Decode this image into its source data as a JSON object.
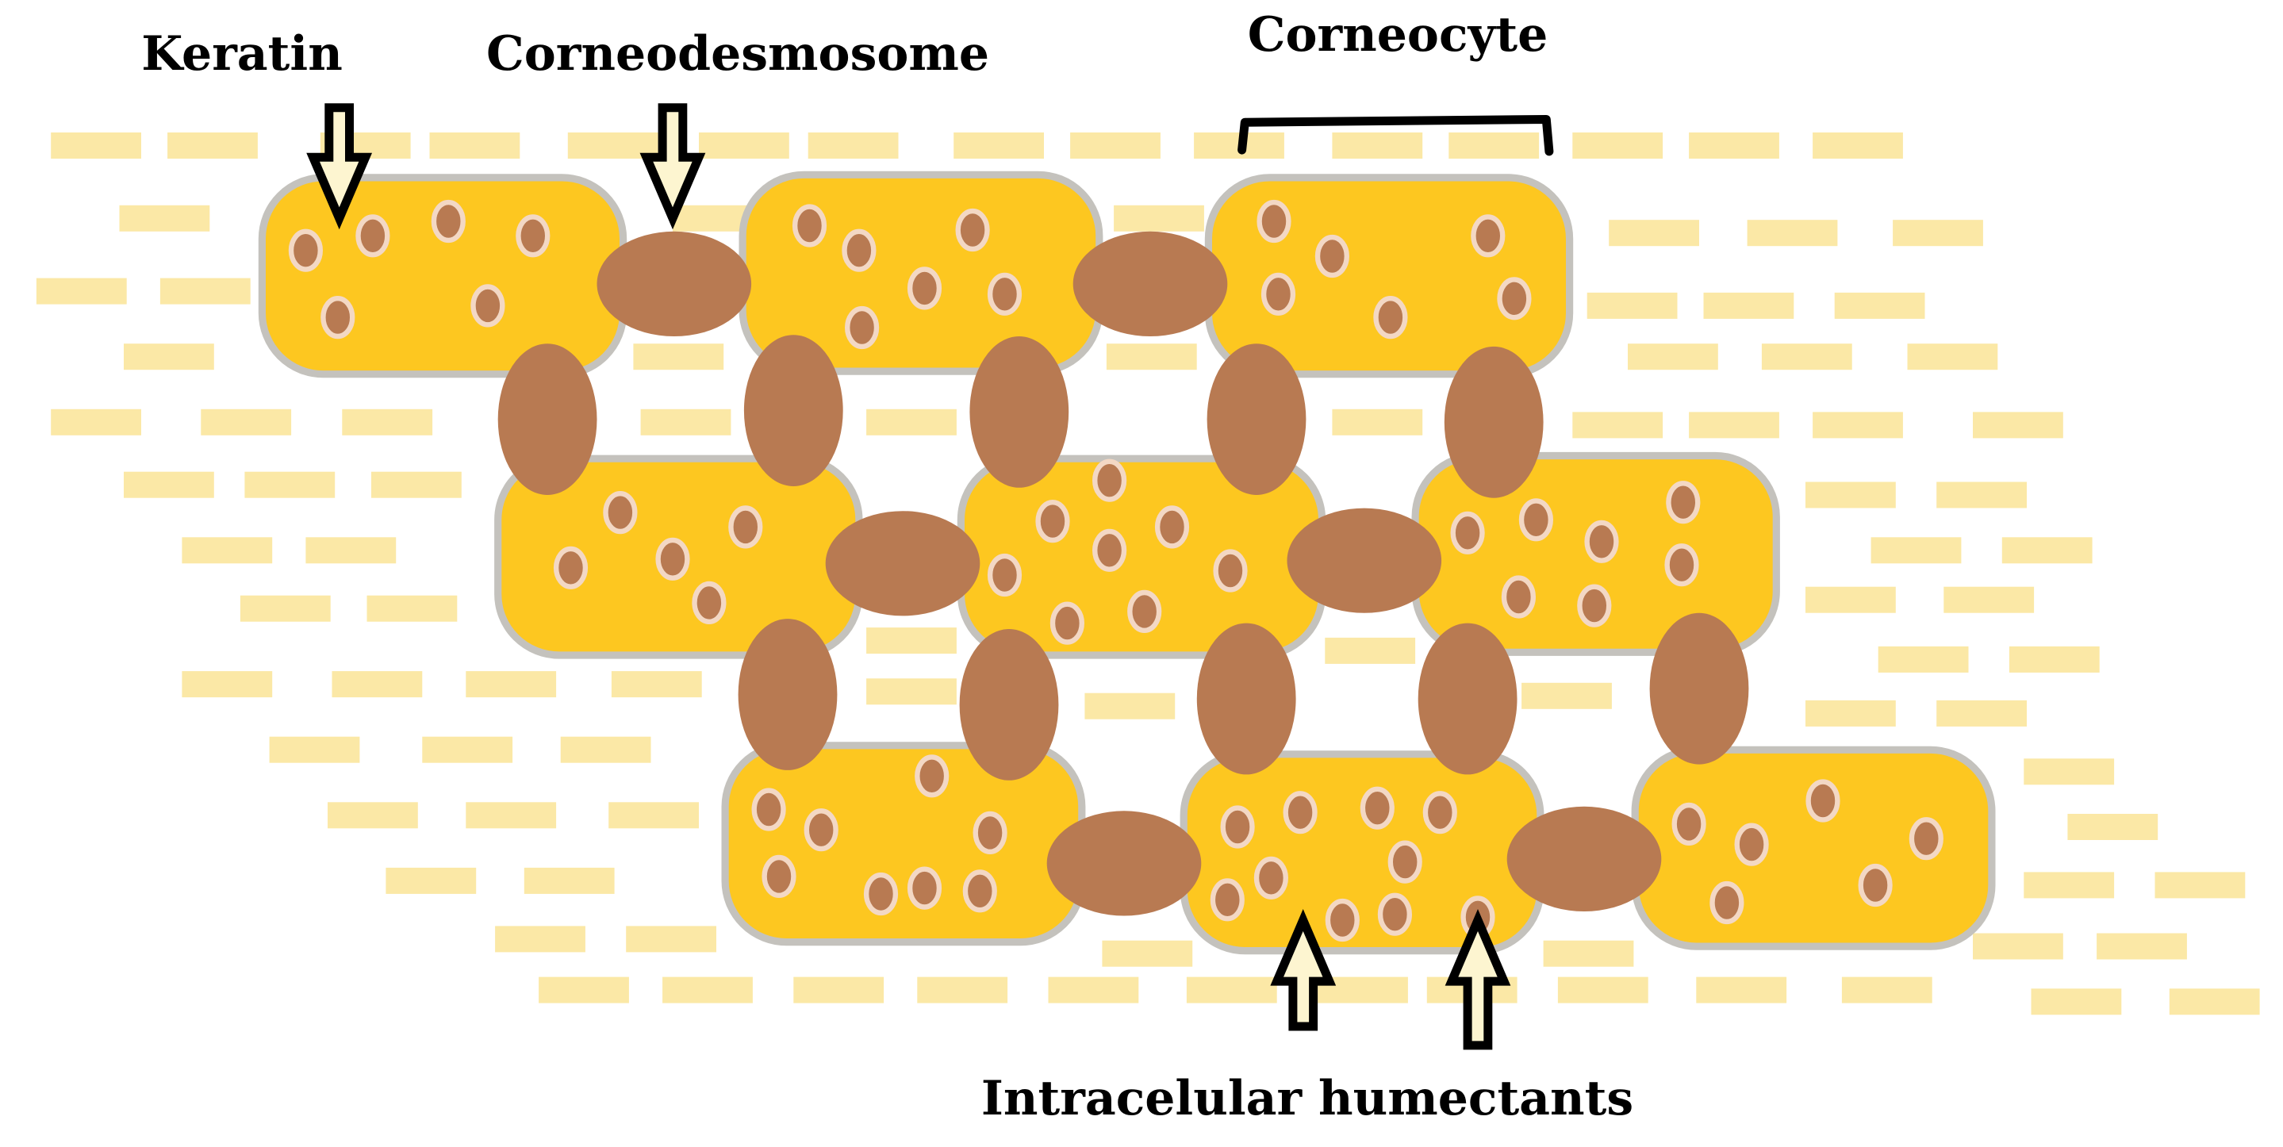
{
  "labels": {
    "keratin": "Keratin",
    "corneodesmosome": "Corneodesmosome",
    "corneocyte": "Corneocyte",
    "humectants": "Intracelular humectants"
  },
  "colors": {
    "background": "#ffffff",
    "lipid_bar": "#fbe8a6",
    "corneocyte_fill": "#fdc720",
    "corneocyte_border": "#c4c2bd",
    "desmosome": "#b87a52",
    "keratin_dot_ring": "#f3d8c4",
    "arrow_stroke": "#000000",
    "arrow_fill": "#fdf5d0",
    "bracket": "#000000"
  },
  "icons": {
    "keratin_pointer": "down-arrow-outline",
    "corneodesmosome_pointer": "down-arrow-outline",
    "corneocyte_marker": "bracket",
    "humectant_pointers": "up-arrow-outline"
  }
}
